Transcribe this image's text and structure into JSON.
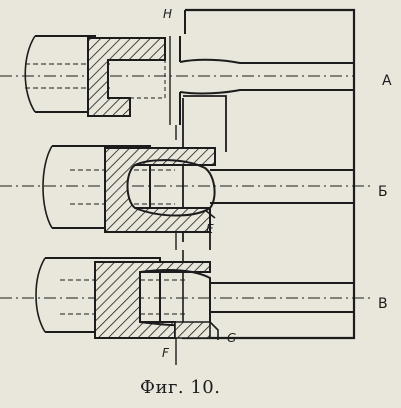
{
  "figure": {
    "caption": "Фиг. 10.",
    "stage_labels": {
      "top": "А",
      "middle": "Б",
      "bottom": "В"
    },
    "point_labels": {
      "H": "H",
      "E": "E",
      "G": "G",
      "F": "F"
    },
    "colors": {
      "ink": "#1c1c1c",
      "paper": "#e9e6dc"
    }
  }
}
